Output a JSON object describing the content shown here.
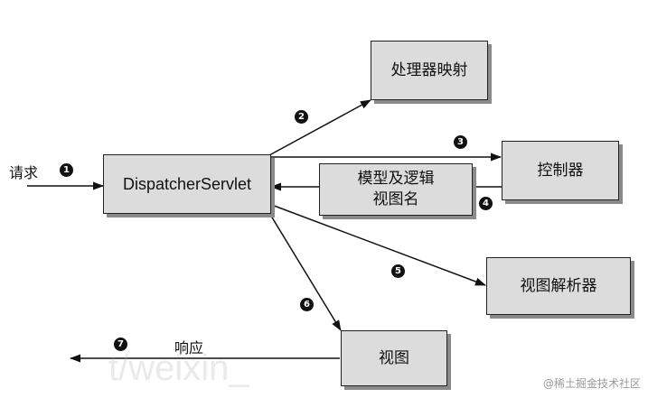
{
  "nodes": {
    "dispatcher": "DispatcherServlet",
    "handler_mapping": "处理器映射",
    "controller": "控制器",
    "model_view": "模型及逻辑\n视图名",
    "view_resolver": "视图解析器",
    "view": "视图"
  },
  "labels": {
    "request": "请求",
    "response": "响应"
  },
  "steps": [
    "1",
    "2",
    "3",
    "4",
    "5",
    "6",
    "7"
  ],
  "watermarks": {
    "middle": "t/weixin_",
    "corner": "@稀土掘金技术社区"
  },
  "colors": {
    "box_fill": "#dcdcdc",
    "box_shadow": "#8a8a8a",
    "line": "#111111"
  }
}
